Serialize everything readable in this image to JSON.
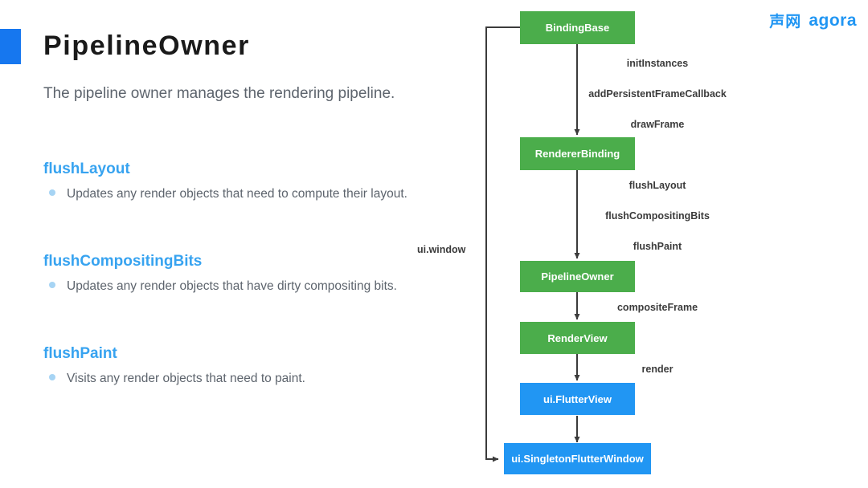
{
  "slide": {
    "title": "PipelineOwner",
    "subtitle": "The pipeline owner manages the rendering pipeline.",
    "accent_color": "#1677ef"
  },
  "logo": {
    "cn": "声网",
    "en": "agora",
    "color": "#2196f3"
  },
  "sections": [
    {
      "heading": "flushLayout",
      "bullets": [
        "Updates any render objects that need to compute their layout."
      ]
    },
    {
      "heading": "flushCompositingBits",
      "bullets": [
        "Updates any render objects that have dirty compositing bits."
      ]
    },
    {
      "heading": "flushPaint",
      "bullets": [
        "Visits any render objects that need to paint."
      ]
    }
  ],
  "diagram": {
    "node_colors": {
      "green": "#4bad4b",
      "blue": "#2196f3"
    },
    "nodes": [
      {
        "id": "bindingbase",
        "label": "BindingBase",
        "color": "green"
      },
      {
        "id": "rendererbinding",
        "label": "RendererBinding",
        "color": "green"
      },
      {
        "id": "pipelineowner",
        "label": "PipelineOwner",
        "color": "green"
      },
      {
        "id": "renderview",
        "label": "RenderView",
        "color": "green"
      },
      {
        "id": "flutterview",
        "label": "ui.FlutterView",
        "color": "blue"
      },
      {
        "id": "singletonwindow",
        "label": "ui.SingletonFlutterWindow",
        "color": "blue"
      }
    ],
    "edge_labels": [
      {
        "id": "initinstances",
        "text": "initInstances"
      },
      {
        "id": "addpersistent",
        "text": "addPersistentFrameCallback"
      },
      {
        "id": "drawframe",
        "text": "drawFrame"
      },
      {
        "id": "flushlayout",
        "text": "flushLayout"
      },
      {
        "id": "flushcompbits",
        "text": "flushCompositingBits"
      },
      {
        "id": "flushpaint",
        "text": "flushPaint"
      },
      {
        "id": "compositeframe",
        "text": "compositeFrame"
      },
      {
        "id": "render",
        "text": "render"
      },
      {
        "id": "uiwindow",
        "text": "ui.window"
      }
    ]
  }
}
